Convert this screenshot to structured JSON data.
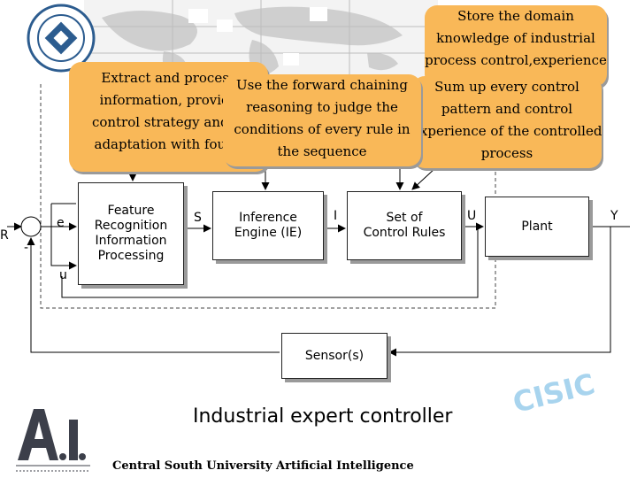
{
  "callouts": {
    "store": [
      "Store the domain",
      "knowledge of industrial",
      "process control,experience"
    ],
    "extract": [
      "Extract and process",
      "information, provide",
      "control strategy and le",
      "adaptation with found"
    ],
    "forward": [
      "Use the forward chaining",
      "reasoning to judge the",
      "conditions of every rule in",
      "the sequence"
    ],
    "summary": [
      "Sum up every control",
      "pattern and control",
      "experience of the controlled",
      "process"
    ]
  },
  "blocks": {
    "feature": "Feature\nRecognition\nInformation\nProcessing",
    "inference": "Inference\nEngine (IE)",
    "rules": "Set of\nControl Rules",
    "plant": "Plant",
    "sensor": "Sensor(s)"
  },
  "signals": {
    "R": "R",
    "e": "e",
    "minus": "-",
    "u": "u",
    "S": "S",
    "I": "I",
    "U": "U",
    "Y": "Y"
  },
  "title": "Industrial expert controller",
  "footer": "Central South University   Artificial Intelligence",
  "watermark": "CISIC",
  "colors": {
    "callout": "#f9b858",
    "watermark": "#a8d4ee",
    "map": "#c9c9c9"
  }
}
